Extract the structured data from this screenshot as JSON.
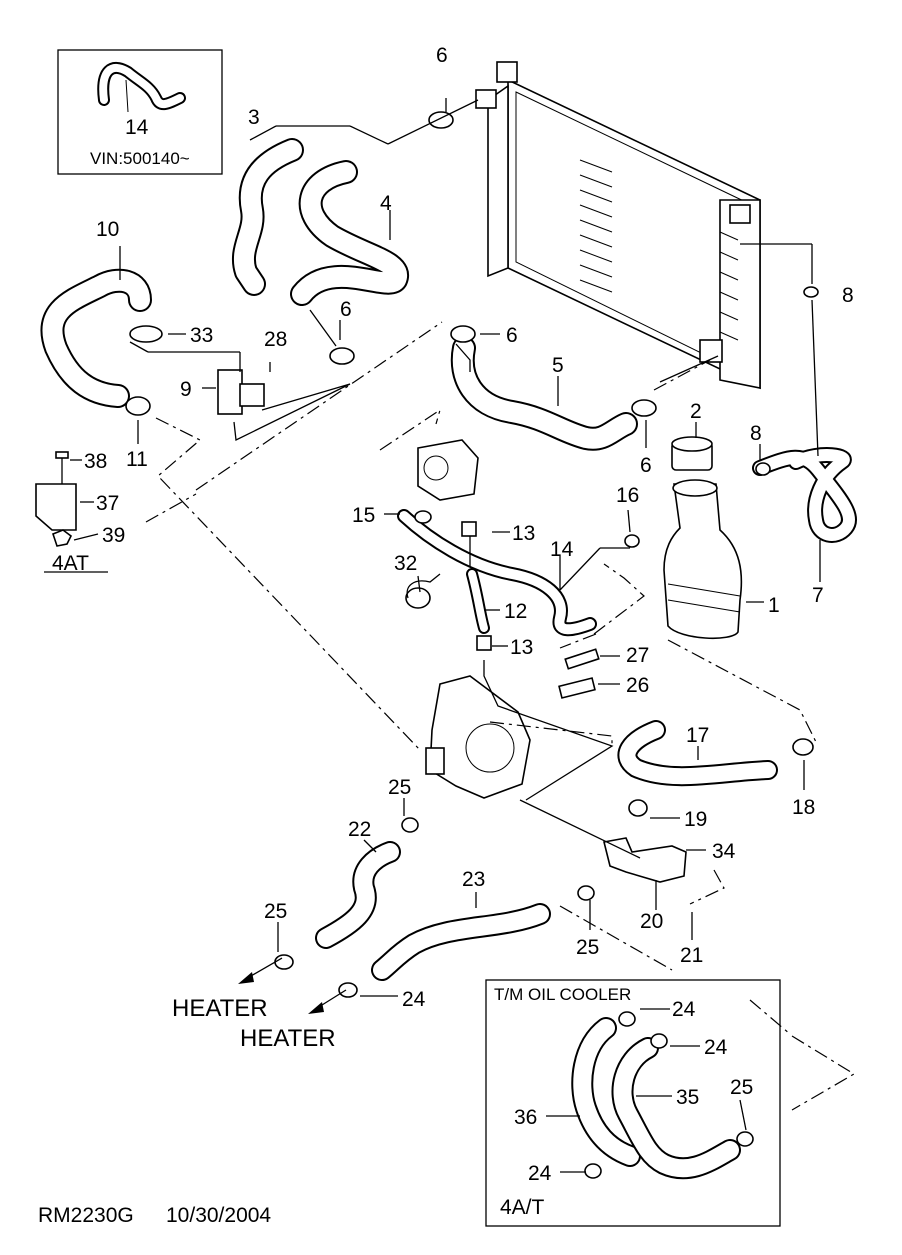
{
  "inset_label": "VIN:500140~",
  "callouts": {
    "c1": "1",
    "c2": "2",
    "c3": "3",
    "c4": "4",
    "c5": "5",
    "c6a": "6",
    "c6b": "6",
    "c6c": "6",
    "c6d": "6",
    "c7": "7",
    "c8a": "8",
    "c8b": "8",
    "c9": "9",
    "c10": "10",
    "c11": "11",
    "c12": "12",
    "c13a": "13",
    "c13b": "13",
    "c14a": "14",
    "c14b": "14",
    "c15": "15",
    "c16": "16",
    "c17": "17",
    "c18": "18",
    "c19": "19",
    "c20": "20",
    "c21": "21",
    "c22": "22",
    "c23": "23",
    "c24a": "24",
    "c24b": "24",
    "c24c": "24",
    "c24d": "24",
    "c25a": "25",
    "c25b": "25",
    "c25c": "25",
    "c25d": "25",
    "c26": "26",
    "c27": "27",
    "c28": "28",
    "c32": "32",
    "c33": "33",
    "c34": "34",
    "c35": "35",
    "c36": "36",
    "c37": "37",
    "c38": "38",
    "c39": "39"
  },
  "labels": {
    "heater_1": "HEATER",
    "heater_2": "HEATER",
    "variant_4at": "4AT",
    "oil_cooler_title": "T/M OIL COOLER",
    "oil_cooler_variant": "4A/T"
  },
  "footer": {
    "ref_code": "RM2230G",
    "date": "10/30/2004"
  }
}
